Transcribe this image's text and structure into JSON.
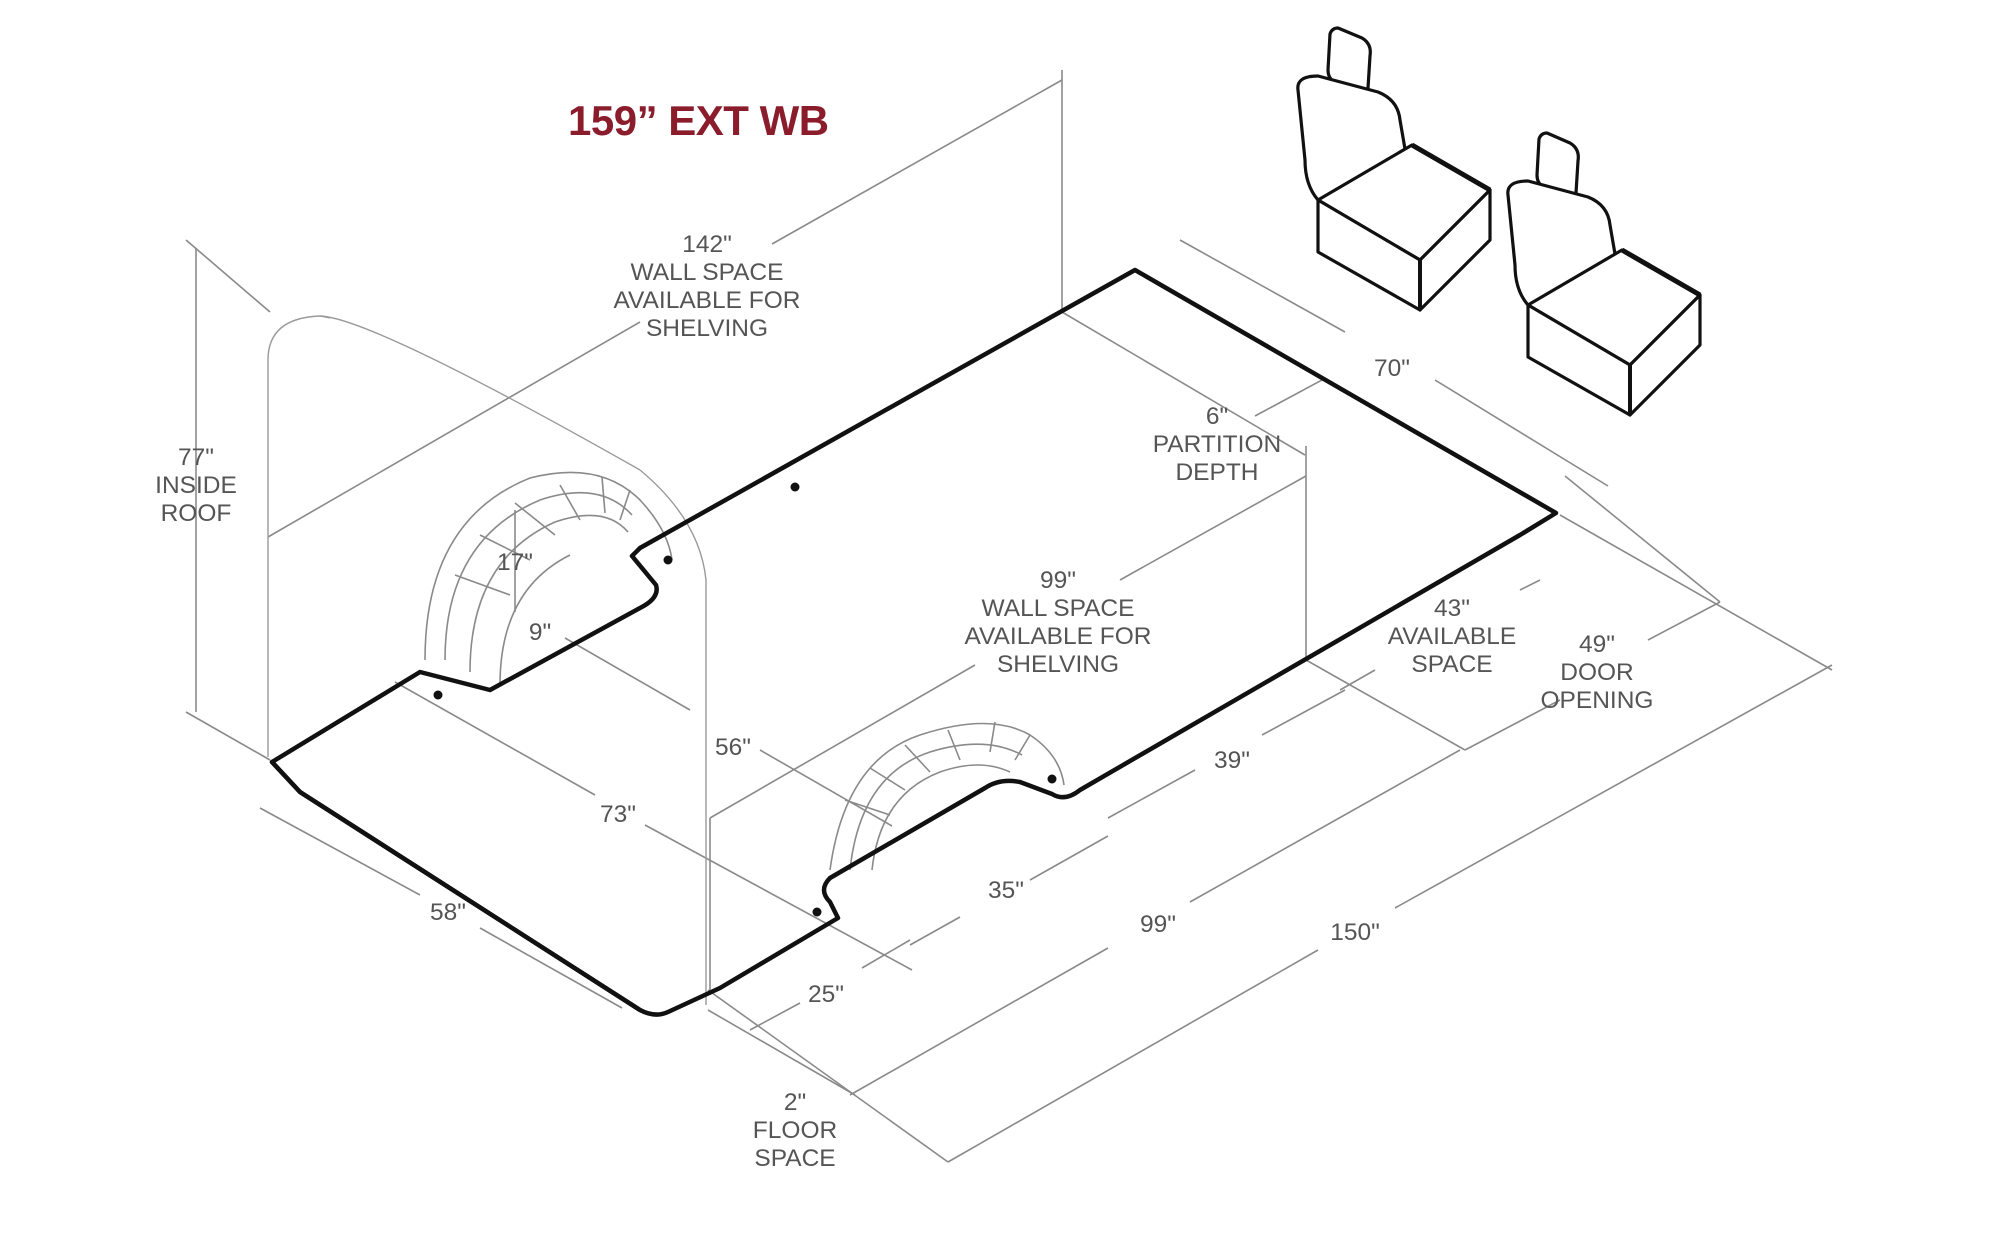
{
  "title": "159” EXT WB",
  "colors": {
    "title": "#8b1c2c",
    "outline": "#111111",
    "dimension_line": "#8a8a8a",
    "label": "#555555"
  },
  "labels": {
    "wall_space_top": [
      "142\"",
      "WALL SPACE",
      "AVAILABLE FOR",
      "SHELVING"
    ],
    "inside_roof": [
      "77\"",
      "INSIDE",
      "ROOF"
    ],
    "wheel_well_height": "17\"",
    "wheel_well_width": "9\"",
    "partition_depth": [
      "6\"",
      "PARTITION",
      "DEPTH"
    ],
    "cab_width": "70\"",
    "wall_space_middle": [
      "99\"",
      "WALL SPACE",
      "AVAILABLE FOR",
      "SHELVING"
    ],
    "available_space": [
      "43\"",
      "AVAILABLE",
      "SPACE"
    ],
    "door_opening": [
      "49\"",
      "DOOR",
      "OPENING"
    ],
    "between_wells": "56\"",
    "rear_to_well": "73\"",
    "rear_width": "58\"",
    "well_section_39": "39\"",
    "well_section_35": "35\"",
    "rear_section_25": "25\"",
    "wall_length_99": "99\"",
    "total_length": "150\"",
    "floor_space": [
      "2\"",
      "FLOOR",
      "SPACE"
    ]
  }
}
